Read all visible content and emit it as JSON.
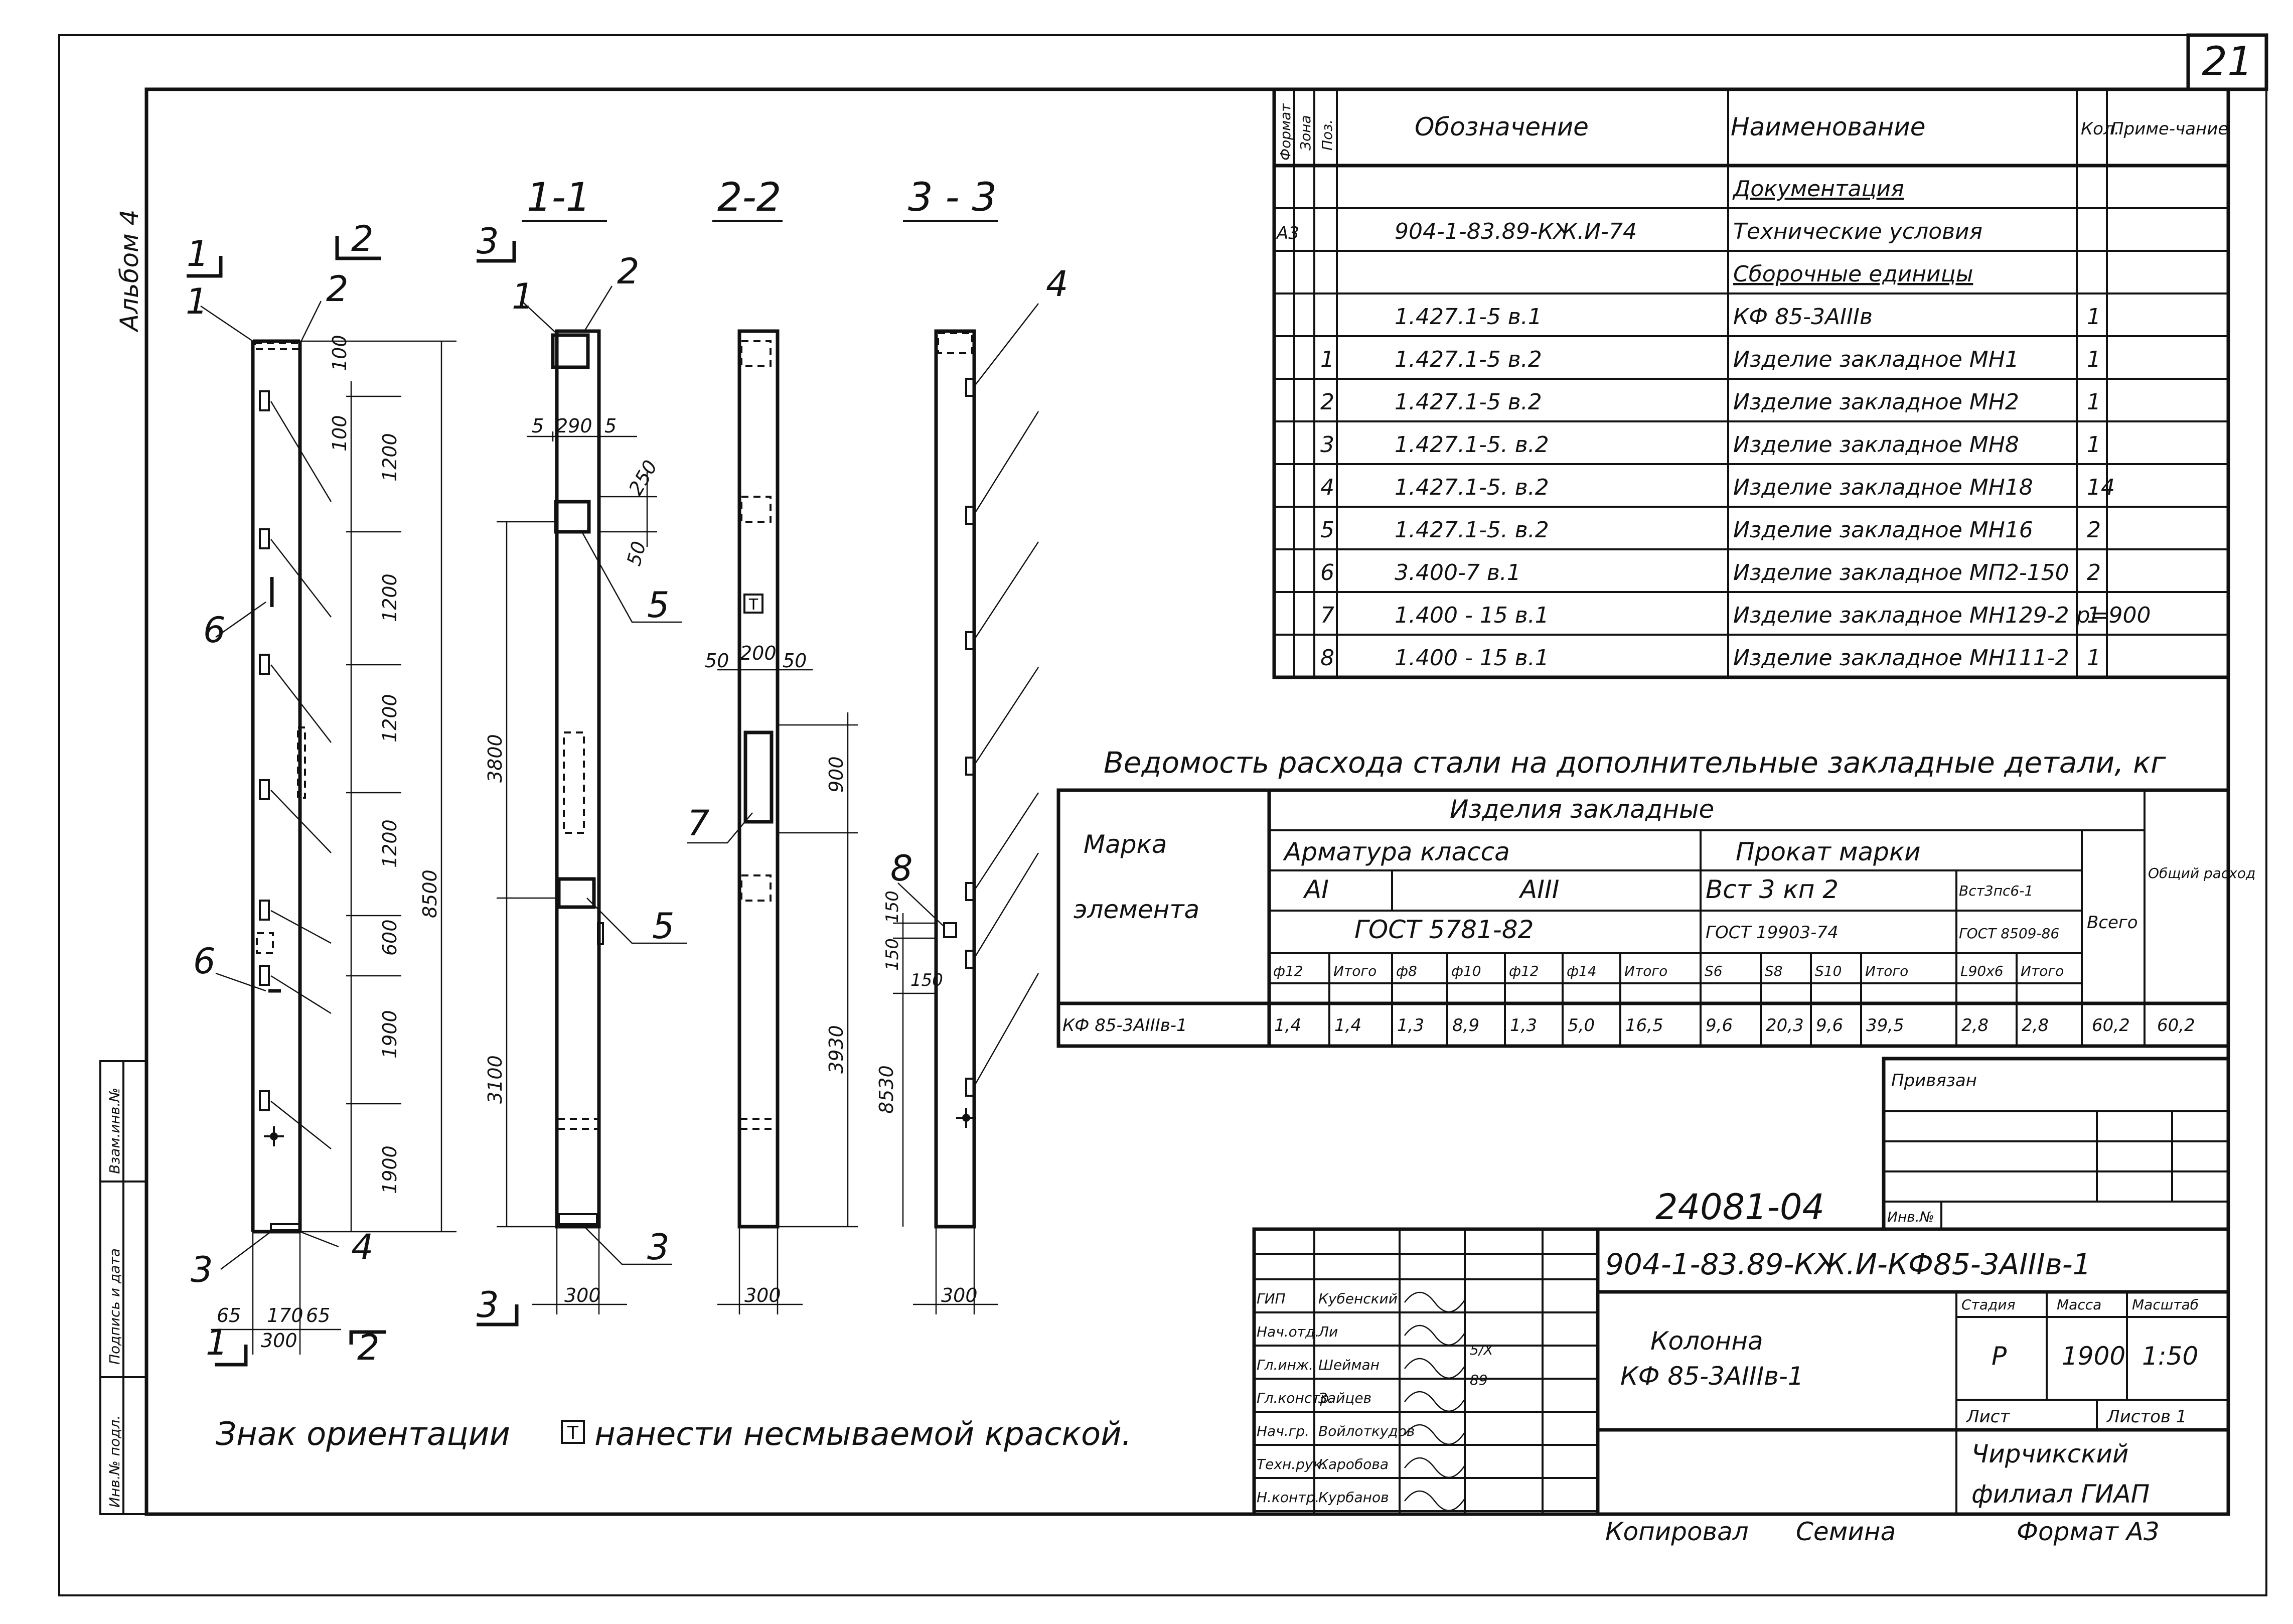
{
  "sheet_number": "21",
  "album_label": "Альбом 4",
  "section_labels": {
    "s11": "1-1",
    "s22": "2-2",
    "s33": "3 - 3",
    "cut1": "1",
    "cut2": "2",
    "cut3": "3"
  },
  "positions": [
    "1",
    "2",
    "3",
    "4",
    "5",
    "6",
    "7",
    "8"
  ],
  "dims": {
    "d100a": "100",
    "d100b": "100",
    "d1200a": "1200",
    "d1200b": "1200",
    "d1200c": "1200",
    "d1200d": "1200",
    "d600": "600",
    "d1900a": "1900",
    "d1900b": "1900",
    "d8500": "8500",
    "d3800": "3800",
    "d3100": "3100",
    "d250": "250",
    "d50a": "50",
    "d5a": "5",
    "d290": "290",
    "d5b": "5",
    "d50b": "50",
    "d200": "200",
    "d50c": "50",
    "d900": "900",
    "d3930": "3930",
    "d8530": "8530",
    "d150a": "150",
    "d150b": "150",
    "d150c": "150",
    "d300a": "300",
    "d300b": "300",
    "d300c": "300",
    "d300d": "300",
    "d65a": "65",
    "d170": "170",
    "d65b": "65"
  },
  "orientation_mark": "Т",
  "orientation_note": {
    "before": "Знак ориентации",
    "after": "нанести несмываемой краской."
  },
  "spec": {
    "headers": [
      "Формат",
      "Зона",
      "Поз.",
      "Обозначение",
      "Наименование",
      "Кол.",
      "Приме-чание"
    ],
    "rows": [
      {
        "fmt": "",
        "zone": "",
        "pos": "",
        "code": "",
        "name": "Документация",
        "qty": "",
        "note": "",
        "u": true
      },
      {
        "fmt": "А3",
        "zone": "",
        "pos": "",
        "code": "904-1-83.89-КЖ.И-74",
        "name": "Технические условия",
        "qty": "",
        "note": "",
        "u": false
      },
      {
        "fmt": "",
        "zone": "",
        "pos": "",
        "code": "",
        "name": "Сборочные единицы",
        "qty": "",
        "note": "",
        "u": true
      },
      {
        "fmt": "",
        "zone": "",
        "pos": "",
        "code": "1.427.1-5 в.1",
        "name": "КФ 85-3АIIIв",
        "qty": "1",
        "note": "",
        "u": false
      },
      {
        "fmt": "",
        "zone": "",
        "pos": "1",
        "code": "1.427.1-5 в.2",
        "name": "Изделие закладное МН1",
        "qty": "1",
        "note": "",
        "u": false
      },
      {
        "fmt": "",
        "zone": "",
        "pos": "2",
        "code": "1.427.1-5 в.2",
        "name": "Изделие закладное МН2",
        "qty": "1",
        "note": "",
        "u": false
      },
      {
        "fmt": "",
        "zone": "",
        "pos": "3",
        "code": "1.427.1-5. в.2",
        "name": "Изделие закладное МН8",
        "qty": "1",
        "note": "",
        "u": false
      },
      {
        "fmt": "",
        "zone": "",
        "pos": "4",
        "code": "1.427.1-5. в.2",
        "name": "Изделие закладное МН18",
        "qty": "14",
        "note": "",
        "u": false
      },
      {
        "fmt": "",
        "zone": "",
        "pos": "5",
        "code": "1.427.1-5. в.2",
        "name": "Изделие закладное МН16",
        "qty": "2",
        "note": "",
        "u": false
      },
      {
        "fmt": "",
        "zone": "",
        "pos": "6",
        "code": "3.400-7 в.1",
        "name": "Изделие закладное МП2-150",
        "qty": "2",
        "note": "",
        "u": false
      },
      {
        "fmt": "",
        "zone": "",
        "pos": "7",
        "code": "1.400 - 15 в.1",
        "name": "Изделие закладное МН129-2 р=900",
        "qty": "1",
        "note": "",
        "u": false
      },
      {
        "fmt": "",
        "zone": "",
        "pos": "8",
        "code": "1.400 - 15 в.1",
        "name": "Изделие закладное МН111-2",
        "qty": "1",
        "note": "",
        "u": false
      }
    ]
  },
  "steel": {
    "title": "Ведомость расхода стали на дополнительные закладные детали, кг",
    "mark_label_1": "Марка",
    "mark_label_2": "элемента",
    "group": "Изделия закладные",
    "arm": "Арматура класса",
    "prokat": "Прокат марки",
    "ai": "АI",
    "aiii": "АIII",
    "vst3kp2": "Вст 3 кп 2",
    "vst3ps6": "Вст3пс6-1",
    "gost5781": "ГОСТ 5781-82",
    "gost19903": "ГОСТ 19903-74",
    "gost8509": "ГОСТ 8509-86",
    "vsego": "Всего",
    "obshchiy": "Общий расход",
    "cols": [
      "ф12",
      "Итого",
      "ф8",
      "ф10",
      "ф12",
      "ф14",
      "Итого",
      "S6",
      "S8",
      "S10",
      "Итого",
      "L90х6",
      "Итого"
    ],
    "row": {
      "mark": "КФ 85-3АIIIв-1",
      "values": [
        "1,4",
        "1,4",
        "1,3",
        "8,9",
        "1,3",
        "5,0",
        "16,5",
        "9,6",
        "20,3",
        "9,6",
        "39,5",
        "2,8",
        "2,8"
      ],
      "total": "60,2",
      "general": "60,2"
    }
  },
  "title_block": {
    "privyazan": "Привязан",
    "inv_label": "Инв.№",
    "drawing_no": "24081-04",
    "designation": "904-1-83.89-КЖ.И-КФ85-3АIIIв-1",
    "roles": [
      {
        "role": "ГИП",
        "name": "Кубенский"
      },
      {
        "role": "Нач.отд.",
        "name": "Ли"
      },
      {
        "role": "Гл.инж.",
        "name": "Шейман"
      },
      {
        "role": "Гл.констр.",
        "name": "Зайцев"
      },
      {
        "role": "Нач.гр.",
        "name": "Войлоткудов"
      },
      {
        "role": "Техн.рук.",
        "name": "Каробова"
      },
      {
        "role": "Н.контр.",
        "name": "Курбанов"
      }
    ],
    "sig_date_1": "5/Х",
    "sig_date_2": "89",
    "name_line1": "Колонна",
    "name_line2": "КФ 85-3АIIIв-1",
    "stage_label": "Стадия",
    "mass_label": "Масса",
    "scale_label": "Масштаб",
    "stage": "Р",
    "mass": "1900",
    "scale": "1:50",
    "sheet_label": "Лист",
    "sheets_label": "Листов 1",
    "org1": "Чирчикский",
    "org2": "филиал ГИАП",
    "copied": "Копировал",
    "copier": "Семина",
    "format": "Формат А3"
  },
  "left_stamp": [
    "Инв.№ подл.",
    "Подпись и дата",
    "Взам.инв.№"
  ]
}
